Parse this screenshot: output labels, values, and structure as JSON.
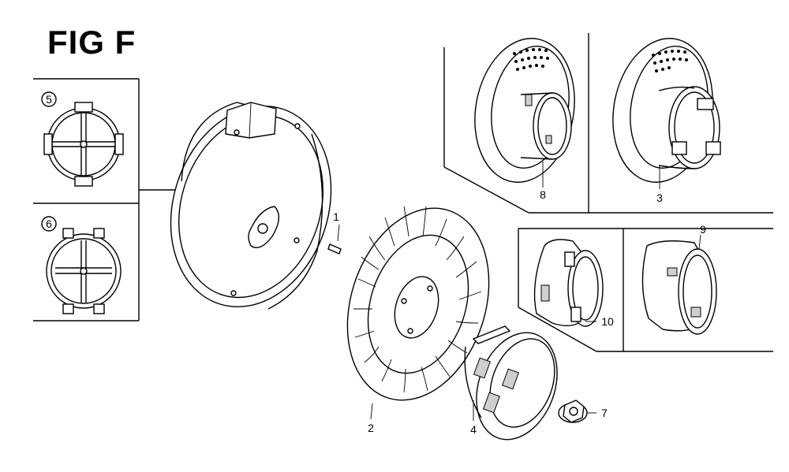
{
  "figure": {
    "title": "FIG F"
  },
  "callouts": {
    "p1": "1",
    "p2": "2",
    "p3": "3",
    "p4": "4",
    "p5": "5",
    "p6": "6",
    "p7": "7",
    "p8": "8",
    "p9": "9",
    "p10": "10"
  }
}
